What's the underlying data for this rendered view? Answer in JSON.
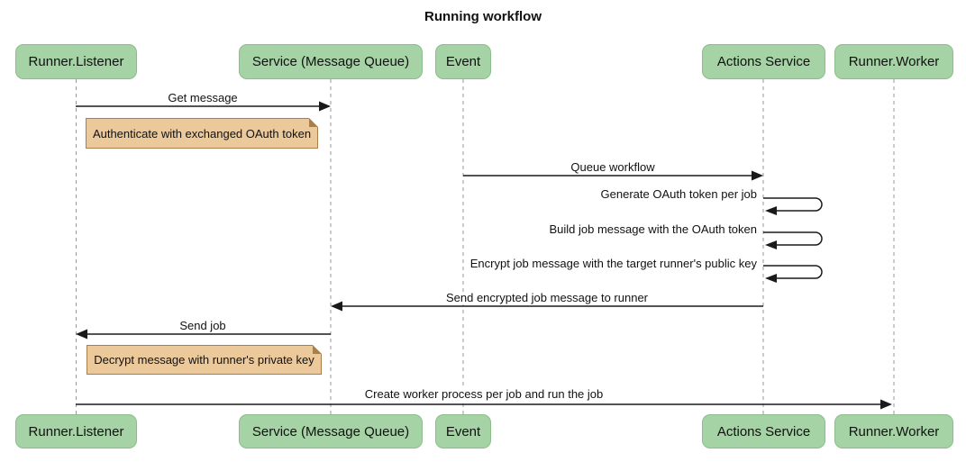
{
  "title": "Running workflow",
  "colors": {
    "actor_fill": "#a5d3a5",
    "actor_border": "#8cbc8c",
    "note_fill": "#ecc99b",
    "note_border": "#a87f4b",
    "lifeline": "#999999",
    "arrow": "#1a1a1a",
    "background": "#ffffff",
    "text": "#111111"
  },
  "actors": [
    {
      "label": "Runner.Listener"
    },
    {
      "label": "Service (Message Queue)"
    },
    {
      "label": "Event"
    },
    {
      "label": "Actions Service"
    },
    {
      "label": "Runner.Worker"
    }
  ],
  "messages": [
    {
      "label": "Get message",
      "from": "Runner.Listener",
      "to": "Service (Message Queue)"
    },
    {
      "label": "Queue workflow",
      "from": "Event",
      "to": "Actions Service"
    },
    {
      "label": "Generate OAuth token per job",
      "from": "Actions Service",
      "to": "Actions Service",
      "self": true
    },
    {
      "label": "Build job message with the OAuth token",
      "from": "Actions Service",
      "to": "Actions Service",
      "self": true
    },
    {
      "label": "Encrypt job message with the target runner's public key",
      "from": "Actions Service",
      "to": "Actions Service",
      "self": true
    },
    {
      "label": "Send encrypted job message to runner",
      "from": "Actions Service",
      "to": "Service (Message Queue)"
    },
    {
      "label": "Send job",
      "from": "Service (Message Queue)",
      "to": "Runner.Listener"
    },
    {
      "label": "Create worker process per job and run the job",
      "from": "Runner.Listener",
      "to": "Runner.Worker"
    }
  ],
  "notes": [
    {
      "label": "Authenticate with exchanged OAuth token",
      "over": "Runner.Listener"
    },
    {
      "label": "Decrypt message with runner's private key",
      "over": "Runner.Listener"
    }
  ]
}
